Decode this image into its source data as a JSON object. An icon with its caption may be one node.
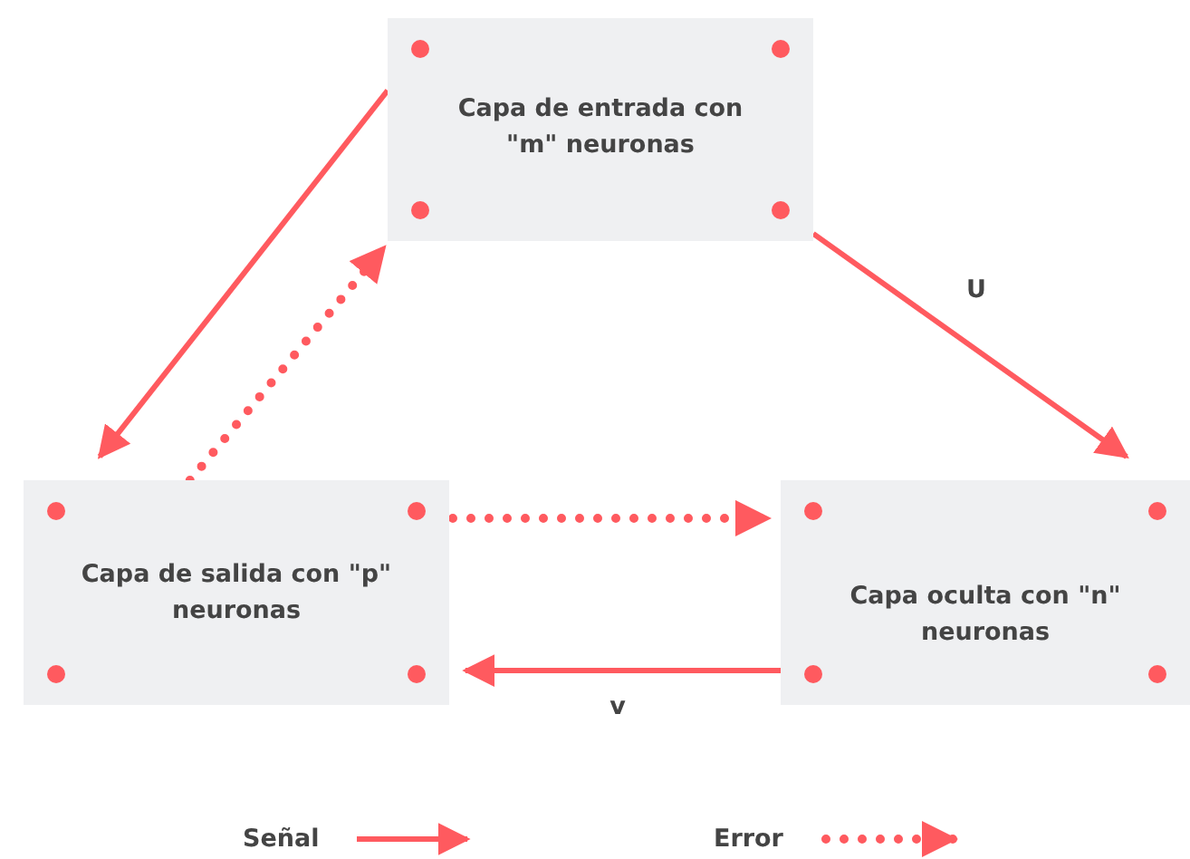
{
  "diagram": {
    "nodes": [
      {
        "text": [
          "Capa de entrada con \"m\" neuronas"
        ]
      },
      {
        "text": [
          "Capa de salida con \"p\" neuronas"
        ]
      },
      {
        "text": [
          "Capa oculta con \"n\" neuronas"
        ]
      }
    ],
    "edges": [
      {
        "from": 0,
        "to": 1,
        "arrow": "to"
      },
      {
        "from": 0,
        "to": 2,
        "arrow": "to",
        "label": "U"
      },
      {
        "from": 1,
        "to": 0,
        "arrow": "to",
        "style": "dashed"
      },
      {
        "from": 1,
        "to": 2,
        "arrow": "to",
        "style": "dashed"
      },
      {
        "from": 2,
        "to": 1,
        "arrow": "to",
        "label": "v"
      }
    ],
    "legend": [
      {
        "text": "Señal"
      },
      {
        "text": "Error"
      }
    ]
  }
}
